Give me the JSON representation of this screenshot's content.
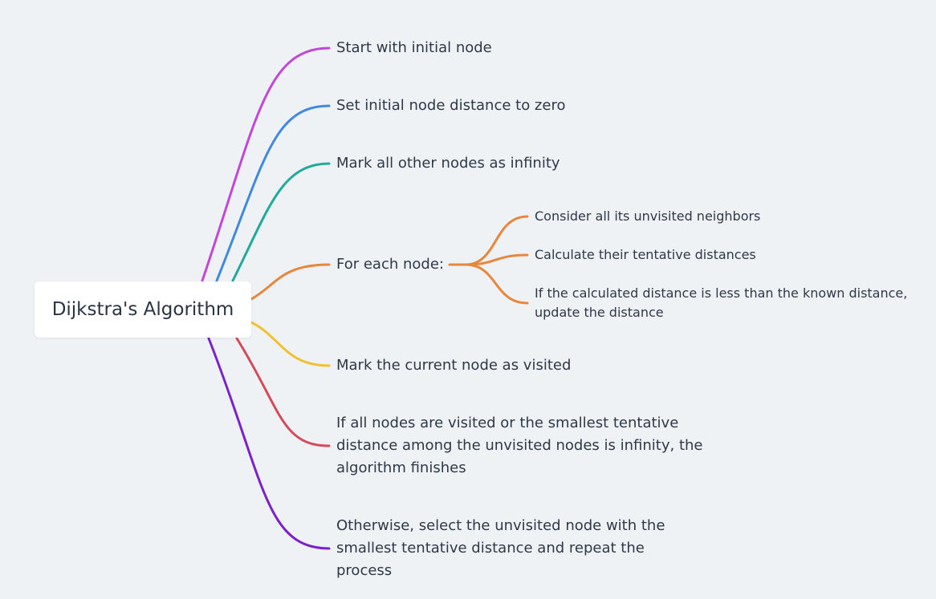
{
  "mindmap": {
    "root": "Dijkstra's Algorithm",
    "branches": [
      {
        "label": "Start with initial node",
        "color": "#c247d9"
      },
      {
        "label": "Set initial node distance to zero",
        "color": "#3f8ae0"
      },
      {
        "label": "Mark all other nodes as infinity",
        "color": "#21a99a"
      },
      {
        "label": "For each node:",
        "color": "#e8863c",
        "children": [
          "Consider all its unvisited neighbors",
          "Calculate their tentative distances",
          "If the calculated distance is less than the known distance,",
          "update the distance"
        ]
      },
      {
        "label": "Mark the current node as visited",
        "color": "#f2c132"
      },
      {
        "label": "If all nodes are visited or the smallest tentative",
        "label_line2": "distance among the unvisited nodes is infinity, the",
        "label_line3": "algorithm finishes",
        "color": "#d44a5a"
      },
      {
        "label": "Otherwise, select the unvisited node with the",
        "label_line2": "smallest tentative distance and repeat the",
        "label_line3": "process",
        "color": "#7b22c8"
      }
    ]
  }
}
